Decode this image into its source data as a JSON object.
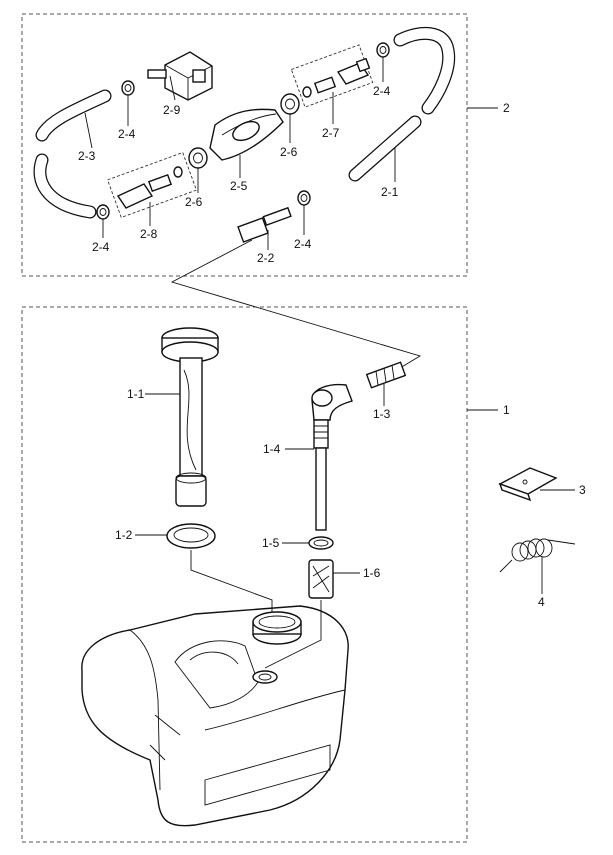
{
  "labels": {
    "l2": "2",
    "l2_1": "2-1",
    "l2_2": "2-2",
    "l2_3": "2-3",
    "l2_4a": "2-4",
    "l2_4b": "2-4",
    "l2_4c": "2-4",
    "l2_4d": "2-4",
    "l2_5": "2-5",
    "l2_6a": "2-6",
    "l2_6b": "2-6",
    "l2_7": "2-7",
    "l2_8": "2-8",
    "l2_9": "2-9",
    "l1": "1",
    "l1_1": "1-1",
    "l1_2": "1-2",
    "l1_3": "1-3",
    "l1_4": "1-4",
    "l1_5": "1-5",
    "l1_6": "1-6",
    "l3": "3",
    "l4": "4"
  }
}
